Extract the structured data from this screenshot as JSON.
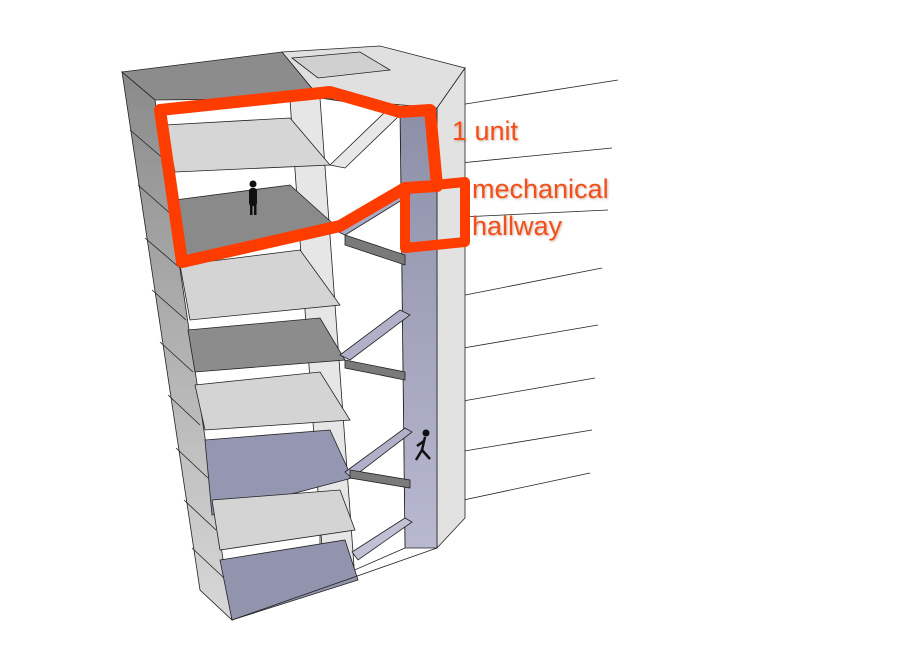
{
  "labels": {
    "unit": "1 unit",
    "mechanical_line1": "mechanical",
    "mechanical_line2": "hallway"
  },
  "colors": {
    "highlight": "#ff3c00",
    "label": "#f2501a",
    "slab_dark": "#8c8c8c",
    "slab_light": "#d6d6d6",
    "hallway_blue": "#8f90ad"
  },
  "icons": [
    "person-standing-icon",
    "person-walking-icon"
  ]
}
